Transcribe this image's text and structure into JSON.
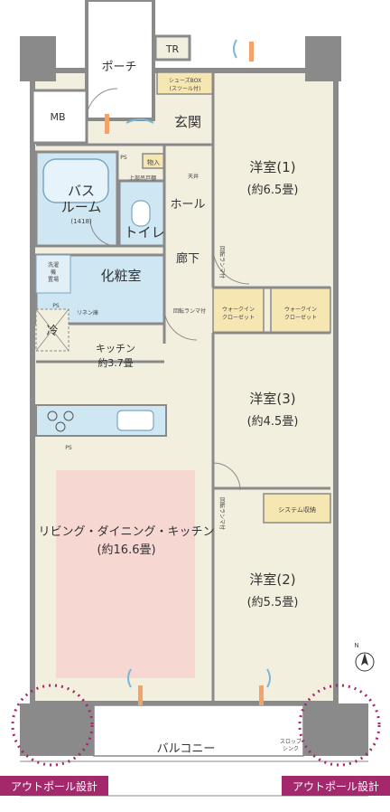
{
  "colors": {
    "floor": "#f3efdf",
    "wet_area": "#cfe6f3",
    "storage": "#f5e6b2",
    "wall": "#8a8a8a",
    "living_highlight": "#f6d7d2",
    "outpole_accent": "#a3286c"
  },
  "labels": {
    "tr": "TR",
    "porch": "ポーチ",
    "mb": "MB",
    "shoes_box": "シューズBOX",
    "shoes_box_sub": "(スツール付)",
    "entrance": "玄関",
    "ps1": "PS",
    "storage_closet": "物入",
    "ceiling_storage": "上部吊戸棚",
    "ceiling_storage_2": "天井",
    "bath": "バス",
    "bath_2": "ルーム",
    "bath_size": "(1418)",
    "toilet": "トイレ",
    "hall": "ホール",
    "corridor": "廊下",
    "washer": "洗濯",
    "washer_2": "機",
    "washer_3": "置場",
    "powder_room": "化粧室",
    "linen_shelf": "リネン庫",
    "ps2": "PS",
    "fridge": "冷",
    "kitchen": "キッチン",
    "kitchen_size": "約3.7畳",
    "ps3": "PS",
    "ldk": "リビング・ダイニング・キッチン",
    "ldk_size": "(約16.6畳)",
    "bedroom1": "洋室(1)",
    "bedroom1_size": "(約6.5畳)",
    "walkin1": "ウォークイン",
    "walkin1_2": "クローゼット",
    "walkin2": "ウォークイン",
    "walkin2_2": "クローゼット",
    "bedroom3": "洋室(3)",
    "bedroom3_size": "(約4.5畳)",
    "system_storage": "システム収納",
    "bedroom2": "洋室(2)",
    "bedroom2_size": "(約5.5畳)",
    "balcony": "バルコニー",
    "slop_sink": "スロップ",
    "slop_sink_2": "シンク",
    "north": "N",
    "outpole_left": "アウトポール設計",
    "outpole_right": "アウトポール設計",
    "lamp1": "回転ランマ付",
    "lamp2": "回転ランマ付",
    "lamp3": "回転ランマ付"
  }
}
